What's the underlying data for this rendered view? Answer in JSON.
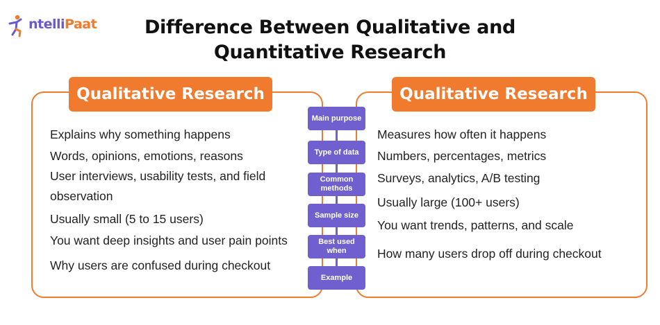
{
  "brand": {
    "name_part1": "ntelli",
    "name_part2": "Paat"
  },
  "title": {
    "line1": "Difference Between Qualitative and",
    "line2": "Quantitative Research"
  },
  "left_panel": {
    "header": "Qualitative Research",
    "items": [
      "Explains why something happens",
      "Words, opinions, emotions, reasons",
      "User interviews, usability tests, and field observation",
      "Usually small (5 to 15 users)",
      "You want deep insights and user pain points",
      "Why users are confused during checkout"
    ]
  },
  "right_panel": {
    "header": "Qualitative Research",
    "items": [
      "Measures how often it happens",
      "Numbers, percentages, metrics",
      "Surveys, analytics, A/B testing",
      "Usually large (100+ users)",
      "You want trends, patterns, and scale",
      "How many users drop off during checkout"
    ]
  },
  "criteria": [
    "Main purpose",
    "Type of data",
    "Common methods",
    "Sample size",
    "Best used when",
    "Example"
  ],
  "colors": {
    "accent": "#f07a2e",
    "connector": "#6f5fcf",
    "brand_purple": "#6a5acd"
  }
}
